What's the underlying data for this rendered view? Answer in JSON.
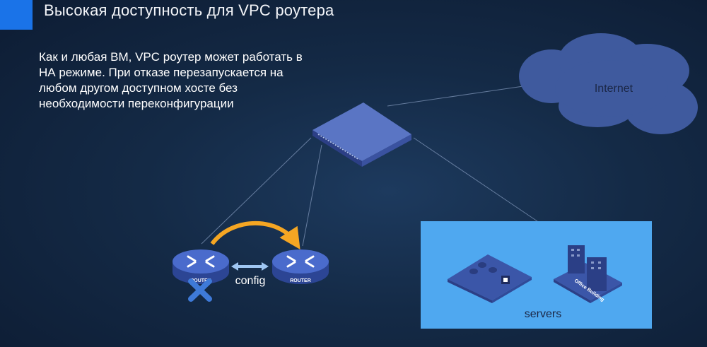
{
  "slide": {
    "title": "Высокая доступность для VPC роутера",
    "description_lines": [
      "Как и любая ВМ, VPC роутер может работать в",
      "НА режиме. При отказе перезапускается на",
      "любом другом доступном хосте без",
      "необходимости переконфигурации"
    ]
  },
  "diagram": {
    "cloud_label": "Internet",
    "router_label": "ROUTER",
    "config_label": "config",
    "servers_label": "servers",
    "building_label": "Office Building",
    "colors": {
      "accent": "#1a73e8",
      "cloud": "#3f5a9e",
      "switch": "#3a55a6",
      "router": "#3f5fb8",
      "servers_panel": "#4fa8f0",
      "arrow_orange": "#f5a623",
      "arrow_light": "#9fc6f2",
      "failure_x": "#3e7ad8"
    },
    "icons": [
      "cloud-icon",
      "switch-icon",
      "router-icon",
      "failure-x-icon",
      "server-rack-icon",
      "office-building-icon"
    ]
  }
}
